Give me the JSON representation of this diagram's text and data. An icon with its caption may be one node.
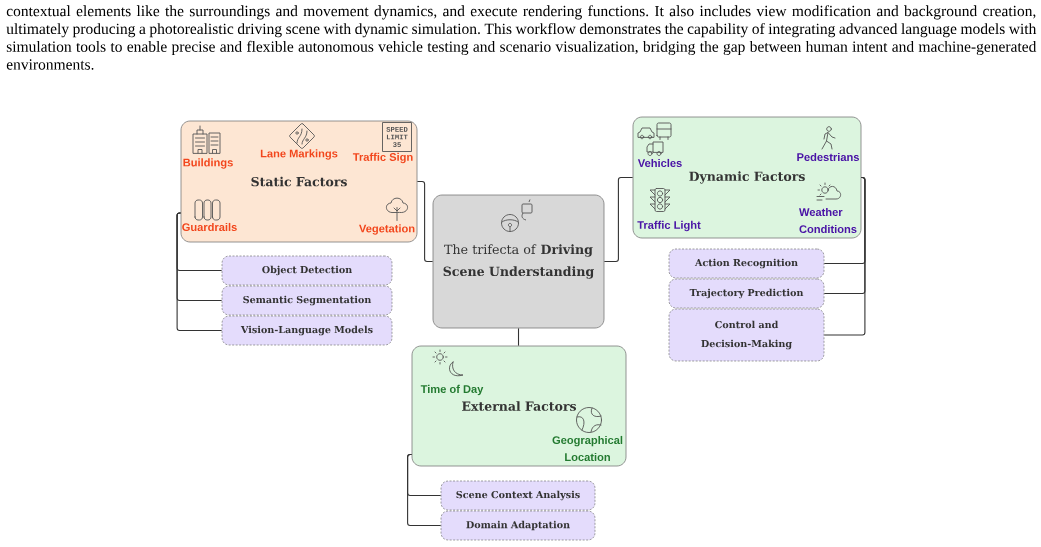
{
  "diagram": {
    "nodes": [
      {
        "text": [
          "The trifecta of **Driving Scene Understanding**"
        ]
      },
      {
        "text": [
          "Static Factors"
        ]
      },
      {
        "text": [
          "Buildings"
        ],
        "in": 1
      },
      {
        "text": [
          "Lane Markings"
        ],
        "in": 1
      },
      {
        "text": [
          "Traffic Sign"
        ],
        "in": 1
      },
      {
        "text": [
          "Guardrails"
        ],
        "in": 1
      },
      {
        "text": [
          "Vegetation"
        ],
        "in": 1
      },
      {
        "text": [
          "Object Detection"
        ]
      },
      {
        "text": [
          "Semantic Segmentation"
        ]
      },
      {
        "text": [
          "Vision-Language Models"
        ]
      },
      {
        "text": [
          "Dynamic Factors"
        ]
      },
      {
        "text": [
          "Vehicles"
        ],
        "in": 10
      },
      {
        "text": [
          "Pedestrians"
        ],
        "in": 10
      },
      {
        "text": [
          "Traffic Light"
        ],
        "in": 10
      },
      {
        "text": [
          "Weather Conditions"
        ],
        "in": 10
      },
      {
        "text": [
          "Action Recognition"
        ]
      },
      {
        "text": [
          "Trajectory Prediction"
        ]
      },
      {
        "text": [
          "Control and Decision-Making"
        ]
      },
      {
        "text": [
          "External Factors"
        ]
      },
      {
        "text": [
          "Time of Day"
        ],
        "in": 18
      },
      {
        "text": [
          "Geographical Location"
        ],
        "in": 18
      },
      {
        "text": [
          "Scene Context Analysis"
        ]
      },
      {
        "text": [
          "Domain Adaptation"
        ]
      }
    ],
    "edges": [
      {
        "from": 0,
        "to": 1,
        "arrow": "none"
      },
      {
        "from": 0,
        "to": 10,
        "arrow": "none"
      },
      {
        "from": 0,
        "to": 18,
        "arrow": "none"
      },
      {
        "from": 1,
        "to": 7,
        "arrow": "none"
      },
      {
        "from": 1,
        "to": 8,
        "arrow": "none"
      },
      {
        "from": 1,
        "to": 9,
        "arrow": "none"
      },
      {
        "from": 10,
        "to": 15,
        "arrow": "none"
      },
      {
        "from": 10,
        "to": 16,
        "arrow": "none"
      },
      {
        "from": 10,
        "to": 17,
        "arrow": "none"
      },
      {
        "from": 18,
        "to": 21,
        "arrow": "none"
      },
      {
        "from": 18,
        "to": 22,
        "arrow": "none"
      }
    ],
    "labels": [
      "contextual elements like the surroundings and movement dynamics, and execute rendering functions. It also includes view modification and background creation, ultimately producing a photorealistic driving scene with dynamic simulation. This workflow demonstrates the capability of integrating advanced language models with simulation tools to enable precise and flexible autonomous vehicle testing and scenario visualization, bridging the gap between human intent and machine-generated environments.",
      "SPEED LIMIT 35"
    ]
  }
}
